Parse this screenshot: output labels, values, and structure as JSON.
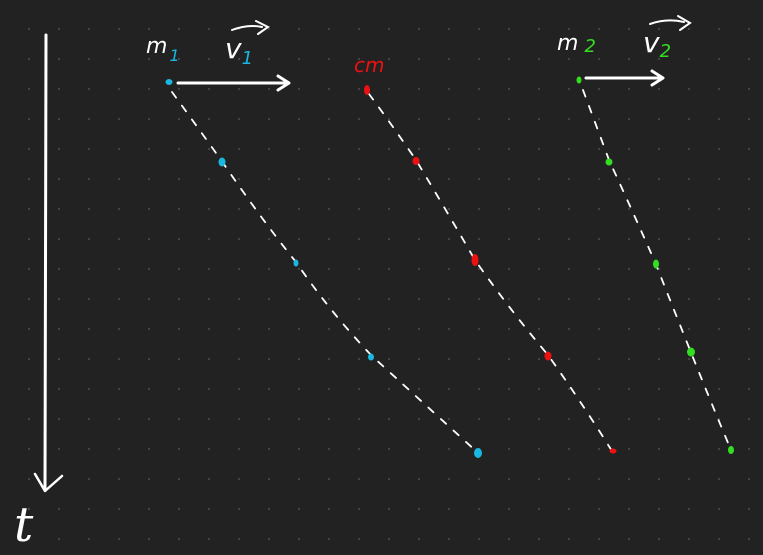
{
  "axis": {
    "label": "t"
  },
  "bodies": [
    {
      "id": "m1",
      "mass_label": "m",
      "mass_index": "1",
      "velocity_label": "v",
      "velocity_index": "1",
      "color": "#1ab8e0"
    },
    {
      "id": "cm",
      "mass_label": "cm",
      "color": "#ee1111"
    },
    {
      "id": "m2",
      "mass_label": "m",
      "mass_index": "2",
      "velocity_label": "v",
      "velocity_index": "2",
      "color": "#33dd22"
    }
  ],
  "colors": {
    "background": "#222222",
    "ink": "#ffffff",
    "grid_dot": "#4a4a4a"
  }
}
